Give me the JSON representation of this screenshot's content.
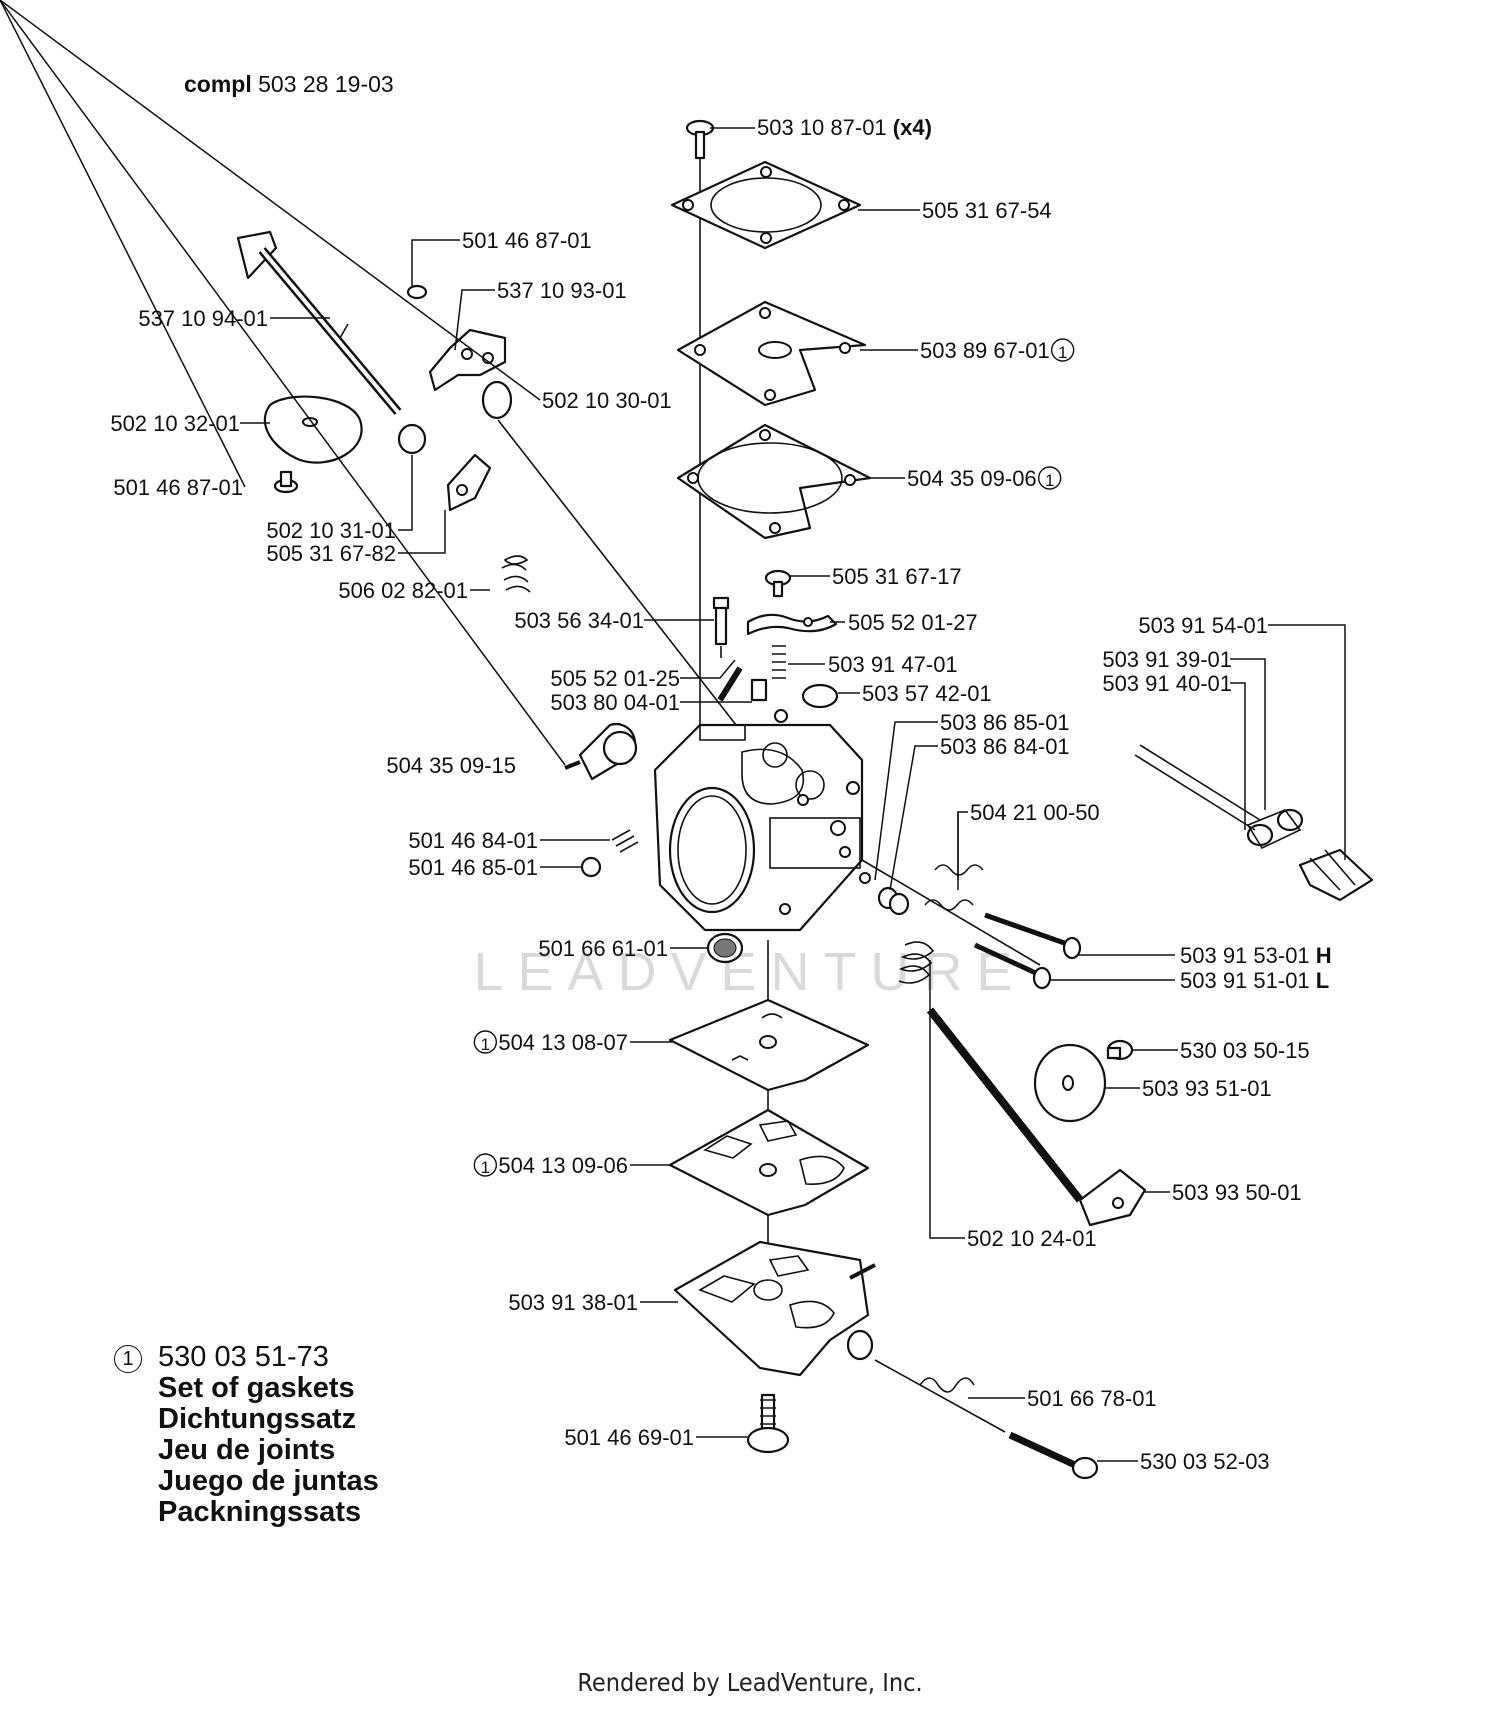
{
  "assembly": {
    "compl_label": "compl",
    "compl_number": "503 28 19-03"
  },
  "watermark": "LEADVENTURE",
  "footer": "Rendered by LeadVenture, Inc.",
  "gasket_marker": "1",
  "legend": {
    "marker": "1",
    "part_number": "530 03 51-73",
    "lines": [
      "Set of gaskets",
      "Dichtungssatz",
      "Jeu de joints",
      "Juego de juntas",
      "Packningssats"
    ]
  },
  "callouts": [
    {
      "id": "p50310877",
      "text": "503 10 87-01",
      "suffix": "(x4)"
    },
    {
      "id": "p50531675",
      "text": "505 31 67-54"
    },
    {
      "id": "p50146870a",
      "text": "501 46 87-01"
    },
    {
      "id": "p53710930",
      "text": "537 10 93-01"
    },
    {
      "id": "p53710940",
      "text": "537 10 94-01"
    },
    {
      "id": "p50389670",
      "text": "503 89 67-01",
      "gasket": true
    },
    {
      "id": "p50210300",
      "text": "502 10 30-01"
    },
    {
      "id": "p50210320",
      "text": "502 10 32-01"
    },
    {
      "id": "p50435096",
      "text": "504 35 09-06",
      "gasket": true
    },
    {
      "id": "p50146870b",
      "text": "501 46 87-01"
    },
    {
      "id": "p50210310",
      "text": "502 10 31-01"
    },
    {
      "id": "p50531682",
      "text": "505 31 67-82"
    },
    {
      "id": "p50531671",
      "text": "505 31 67-17"
    },
    {
      "id": "p50602820",
      "text": "506 02 82-01"
    },
    {
      "id": "p50356340",
      "text": "503 56 34-01"
    },
    {
      "id": "p50552017",
      "text": "505 52 01-27"
    },
    {
      "id": "p50391540",
      "text": "503 91 54-01"
    },
    {
      "id": "p50391470",
      "text": "503 91 47-01"
    },
    {
      "id": "p50391390",
      "text": "503 91 39-01"
    },
    {
      "id": "p50552025",
      "text": "505 52 01-25"
    },
    {
      "id": "p50391400",
      "text": "503 91 40-01"
    },
    {
      "id": "p50357420",
      "text": "503 57 42-01"
    },
    {
      "id": "p50380040",
      "text": "503 80 04-01"
    },
    {
      "id": "p50386850",
      "text": "503 86 85-01"
    },
    {
      "id": "p50386840",
      "text": "503 86 84-01"
    },
    {
      "id": "p50435091",
      "text": "504 35 09-15"
    },
    {
      "id": "p50421000",
      "text": "504 21 00-50"
    },
    {
      "id": "p50146840",
      "text": "501 46 84-01"
    },
    {
      "id": "p50146850",
      "text": "501 46 85-01"
    },
    {
      "id": "p50166610",
      "text": "501 66 61-01"
    },
    {
      "id": "p50391530",
      "text": "503 91 53-01",
      "suffix": "H"
    },
    {
      "id": "p50391510",
      "text": "503 91 51-01",
      "suffix": "L"
    },
    {
      "id": "p50413080",
      "text": "504 13 08-07",
      "gasket": true
    },
    {
      "id": "p53003501",
      "text": "530 03 50-15"
    },
    {
      "id": "p50393510",
      "text": "503 93 51-01"
    },
    {
      "id": "p50413090",
      "text": "504 13 09-06",
      "gasket": true
    },
    {
      "id": "p50393500",
      "text": "503 93 50-01"
    },
    {
      "id": "p50210240",
      "text": "502 10 24-01"
    },
    {
      "id": "p50391380",
      "text": "503 91 38-01"
    },
    {
      "id": "p50166780",
      "text": "501 66 78-01"
    },
    {
      "id": "p50146690",
      "text": "501 46 69-01"
    },
    {
      "id": "p53003520",
      "text": "530 03 52-03"
    }
  ]
}
